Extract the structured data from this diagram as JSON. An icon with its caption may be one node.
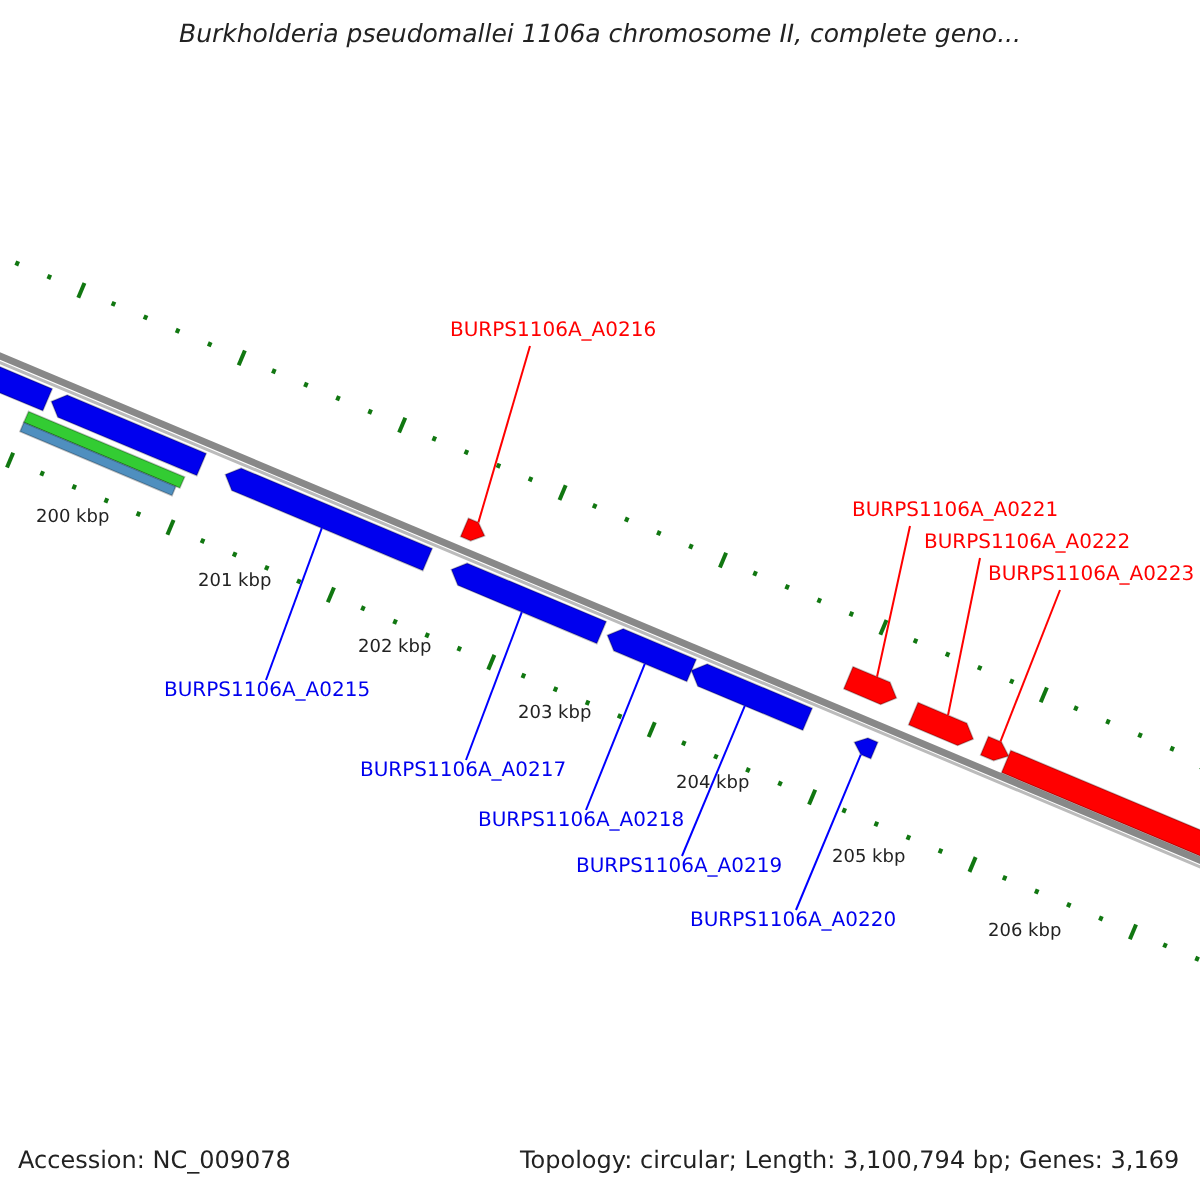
{
  "diagram": {
    "title": "Burkholderia pseudomallei 1106a chromosome II, complete geno...",
    "nodes": [
      {
        "text": [
          "BURPS1106A_A0216"
        ]
      },
      {
        "text": [
          "BURPS1106A_A0221"
        ]
      },
      {
        "text": [
          "BURPS1106A_A0222"
        ]
      },
      {
        "text": [
          "BURPS1106A_A0223"
        ]
      },
      {
        "text": [
          "BURPS1106A_A0215"
        ]
      },
      {
        "text": [
          "BURPS1106A_A0217"
        ]
      },
      {
        "text": [
          "BURPS1106A_A0218"
        ]
      },
      {
        "text": [
          "BURPS1106A_A0219"
        ]
      },
      {
        "text": [
          "BURPS1106A_A0220"
        ]
      },
      {
        "text": [],
        "shape": "bar"
      },
      {
        "text": [],
        "shape": "bar"
      },
      {
        "text": [],
        "shape": "bar"
      },
      {
        "text": [],
        "shape": "bar"
      },
      {
        "text": [],
        "shape": "bar"
      },
      {
        "text": [],
        "shape": "bar"
      },
      {
        "text": [],
        "shape": "bar"
      },
      {
        "text": [],
        "shape": "bar"
      },
      {
        "text": [],
        "shape": "bar"
      },
      {
        "text": [],
        "shape": "bar"
      },
      {
        "text": [],
        "shape": "bar"
      },
      {
        "text": [],
        "shape": "bar"
      },
      {
        "text": [],
        "shape": "bar"
      },
      {
        "text": [],
        "shape": "bar"
      }
    ],
    "edges": [
      {
        "from": 0,
        "to": 14,
        "arrow": "none",
        "color": "#ff0000"
      },
      {
        "from": 1,
        "to": 18,
        "arrow": "none",
        "color": "#ff0000"
      },
      {
        "from": 2,
        "to": 20,
        "arrow": "none",
        "color": "#ff0000"
      },
      {
        "from": 3,
        "to": 21,
        "arrow": "none",
        "color": "#ff0000"
      },
      {
        "from": 4,
        "to": 13,
        "arrow": "none"
      },
      {
        "from": 5,
        "to": 15,
        "arrow": "none"
      },
      {
        "from": 6,
        "to": 16,
        "arrow": "none"
      },
      {
        "from": 7,
        "to": 17,
        "arrow": "none"
      },
      {
        "from": 8,
        "to": 19,
        "arrow": "none"
      }
    ],
    "labels": [
      "200 kbp",
      "201 kbp",
      "202 kbp",
      "203 kbp",
      "204 kbp",
      "205 kbp",
      "206 kbp",
      "Accession: NC_009078",
      "Topology: circular; Length: 3,100,794 bp; Genes: 3,169"
    ]
  }
}
